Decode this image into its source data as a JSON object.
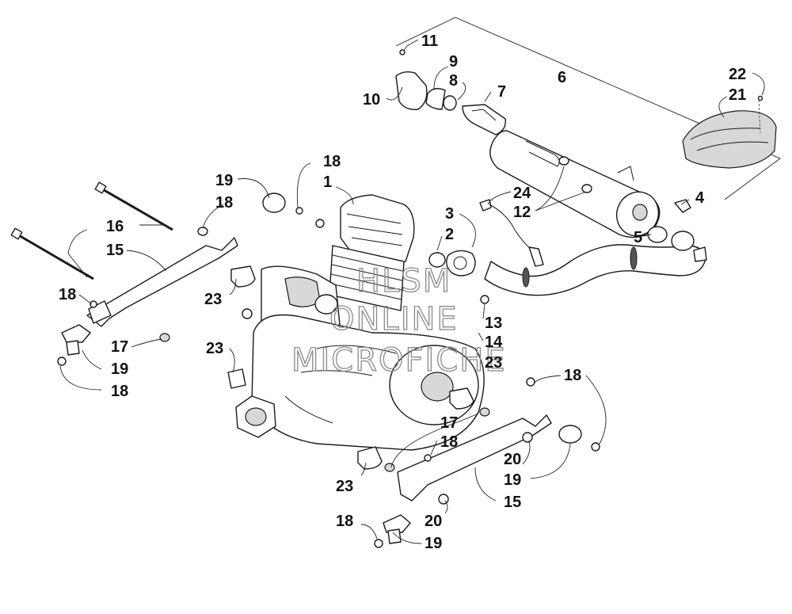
{
  "watermark": {
    "line1": "HLSM",
    "line2": "ONLINE",
    "line3": "MICROFICHE"
  },
  "callouts": [
    {
      "id": "c11a",
      "text": "11"
    },
    {
      "id": "c9",
      "text": "9"
    },
    {
      "id": "c8",
      "text": "8"
    },
    {
      "id": "c6",
      "text": "6"
    },
    {
      "id": "c7",
      "text": "7"
    },
    {
      "id": "c10",
      "text": "10"
    },
    {
      "id": "c22",
      "text": "22"
    },
    {
      "id": "c21",
      "text": "21"
    },
    {
      "id": "c18a",
      "text": "18"
    },
    {
      "id": "c1",
      "text": "1"
    },
    {
      "id": "c19a",
      "text": "19"
    },
    {
      "id": "c18b",
      "text": "18"
    },
    {
      "id": "c16",
      "text": "16"
    },
    {
      "id": "c15a",
      "text": "15"
    },
    {
      "id": "c24",
      "text": "24"
    },
    {
      "id": "c12",
      "text": "12"
    },
    {
      "id": "c4",
      "text": "4"
    },
    {
      "id": "c3",
      "text": "3"
    },
    {
      "id": "c2",
      "text": "2"
    },
    {
      "id": "c5",
      "text": "5"
    },
    {
      "id": "c18c",
      "text": "18"
    },
    {
      "id": "c23a",
      "text": "23"
    },
    {
      "id": "c13",
      "text": "13"
    },
    {
      "id": "c14",
      "text": "14"
    },
    {
      "id": "c23b",
      "text": "23"
    },
    {
      "id": "c17a",
      "text": "17"
    },
    {
      "id": "c19b",
      "text": "19"
    },
    {
      "id": "c18d",
      "text": "18"
    },
    {
      "id": "c23c",
      "text": "23"
    },
    {
      "id": "c18e",
      "text": "18"
    },
    {
      "id": "c17b",
      "text": "17"
    },
    {
      "id": "c18f",
      "text": "18"
    },
    {
      "id": "c20a",
      "text": "20"
    },
    {
      "id": "c19c",
      "text": "19"
    },
    {
      "id": "c23d",
      "text": "23"
    },
    {
      "id": "c15b",
      "text": "15"
    },
    {
      "id": "c18g",
      "text": "18"
    },
    {
      "id": "c20b",
      "text": "20"
    },
    {
      "id": "c19d",
      "text": "19"
    }
  ]
}
